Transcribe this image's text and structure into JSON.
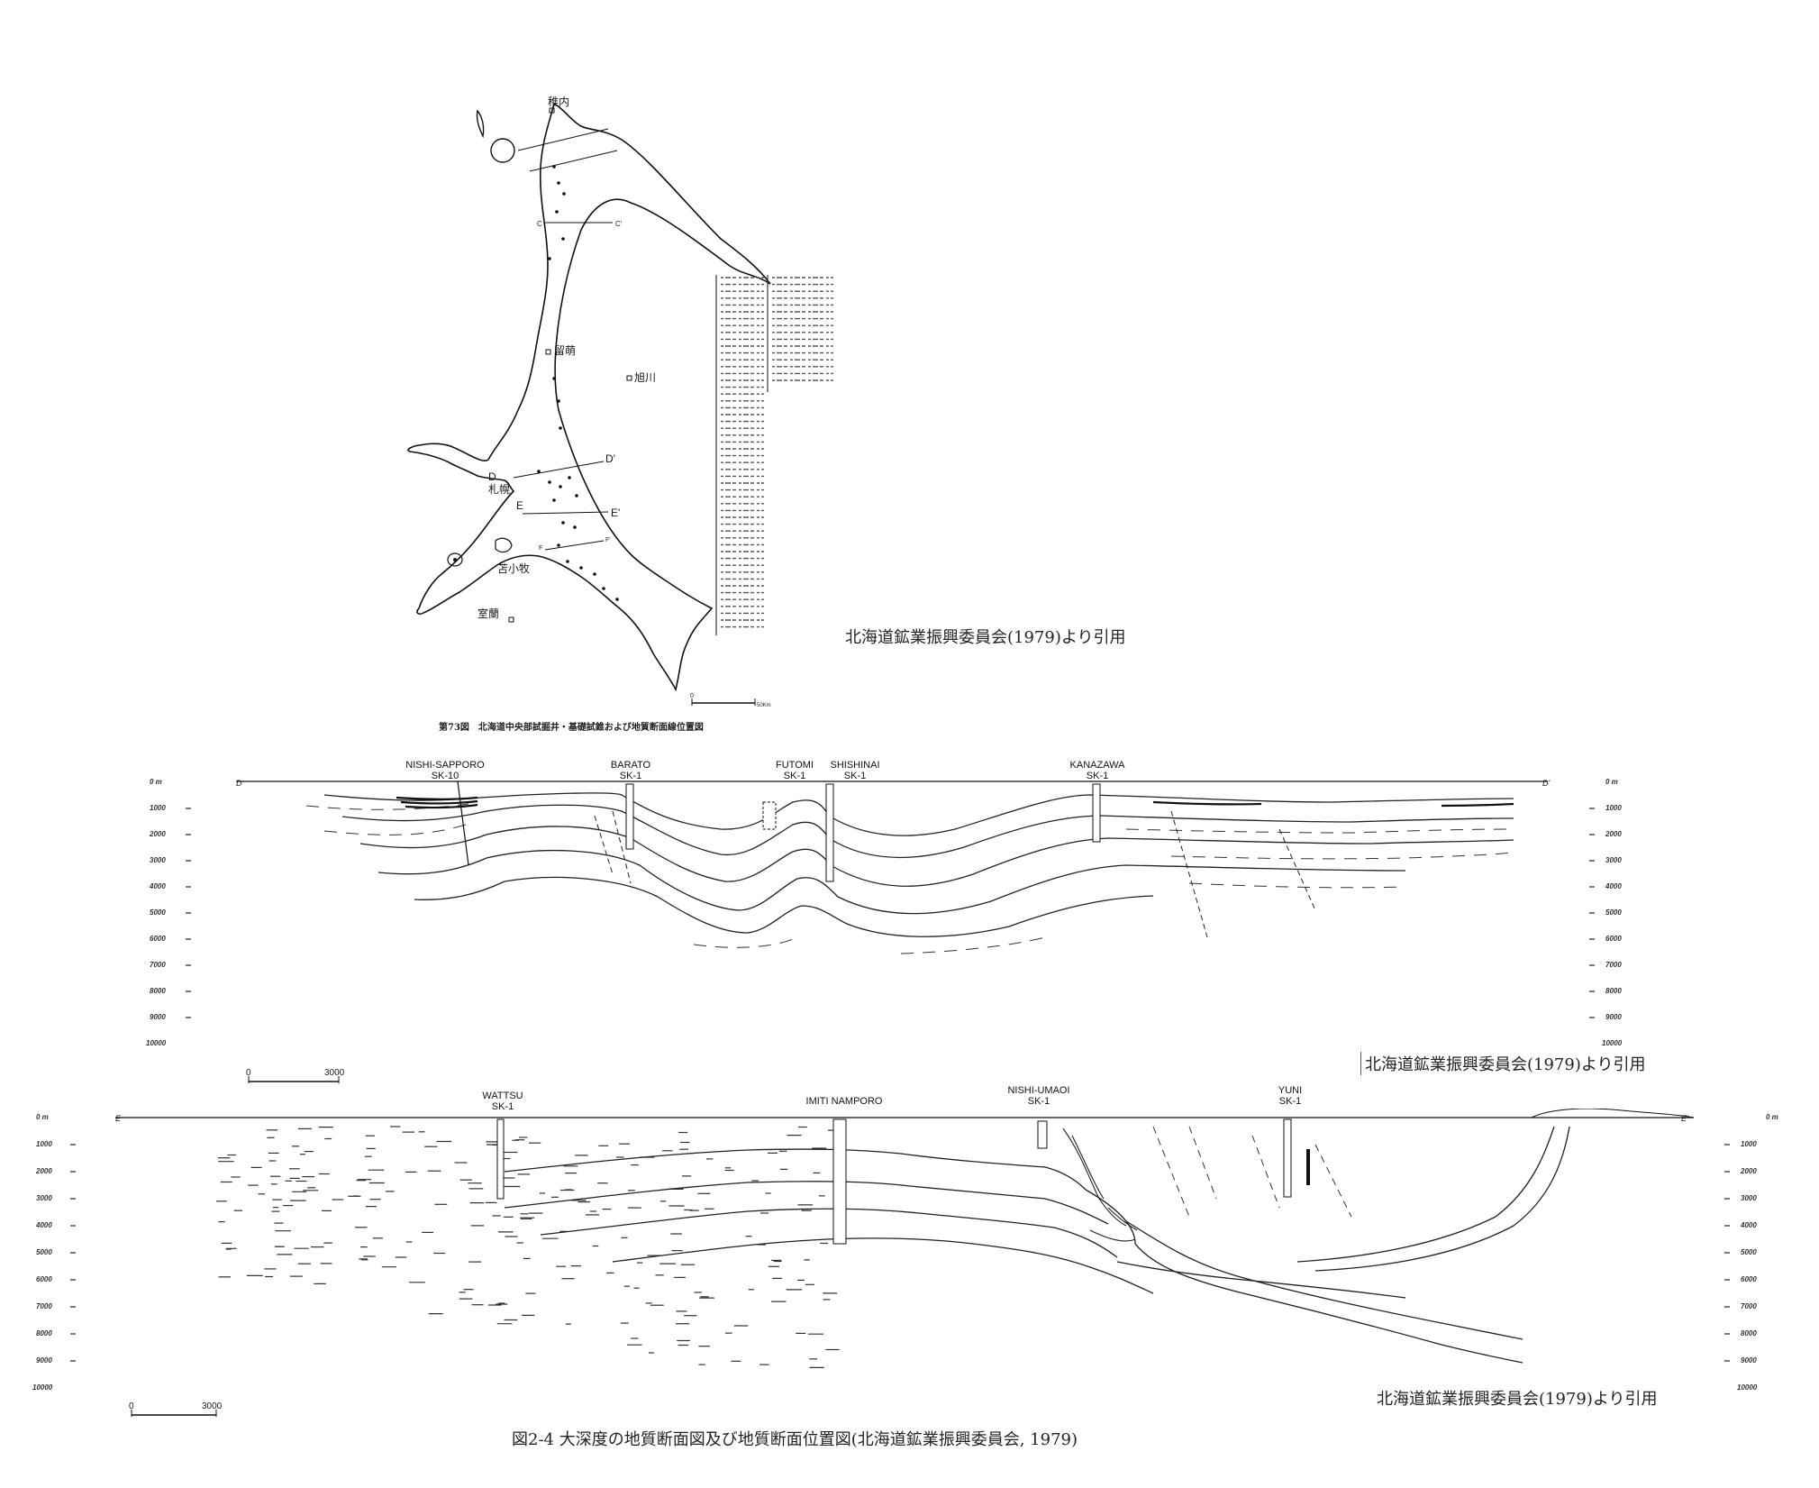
{
  "map": {
    "caption": "第73図　北海道中央部試掘井・基礎試錐および地質断面線位置図",
    "places": [
      "稚内",
      "留萌",
      "旭川",
      "札幌",
      "苫小牧",
      "室蘭"
    ],
    "section_lines": [
      {
        "start": "C",
        "end": "C'"
      },
      {
        "start": "D",
        "end": "D'"
      },
      {
        "start": "E",
        "end": "E'"
      },
      {
        "start": "F",
        "end": "F'"
      }
    ],
    "scale": {
      "zero": "0",
      "end": "50Km"
    }
  },
  "citation_map": "北海道鉱業振興委員会(1979)より引用",
  "section_d": {
    "start_label": "D",
    "end_label": "D'",
    "wells": [
      {
        "line1": "NISHI-SAPPORO",
        "line2": "SK-10"
      },
      {
        "line1": "BARATO",
        "line2": "SK-1"
      },
      {
        "line1": "FUTOMI",
        "line2": "SK-1"
      },
      {
        "line1": "SHISHINAI",
        "line2": "SK-1"
      },
      {
        "line1": "KANAZAWA",
        "line2": "SK-1"
      }
    ],
    "depth_labels": [
      "0 m",
      "1000",
      "2000",
      "3000",
      "4000",
      "5000",
      "6000",
      "7000",
      "8000",
      "9000",
      "10000"
    ],
    "scale": {
      "zero": "0",
      "end": "3000"
    },
    "citation": "北海道鉱業振興委員会(1979)より引用"
  },
  "section_e": {
    "start_label": "E",
    "end_label": "E'",
    "wells": [
      {
        "line1": "WATTSU",
        "line2": "SK-1"
      },
      {
        "line1": "IMITI NAMPORO",
        "line2": ""
      },
      {
        "line1": "NISHI-UMAOI",
        "line2": "SK-1"
      },
      {
        "line1": "YUNI",
        "line2": "SK-1"
      }
    ],
    "depth_labels": [
      "0 m",
      "1000",
      "2000",
      "3000",
      "4000",
      "5000",
      "6000",
      "7000",
      "8000",
      "9000",
      "10000"
    ],
    "scale": {
      "zero": "0",
      "end": "3000"
    },
    "citation": "北海道鉱業振興委員会(1979)より引用"
  },
  "figure_caption": "図2-4 大深度の地質断面図及び地質断面位置図(北海道鉱業振興委員会, 1979)"
}
